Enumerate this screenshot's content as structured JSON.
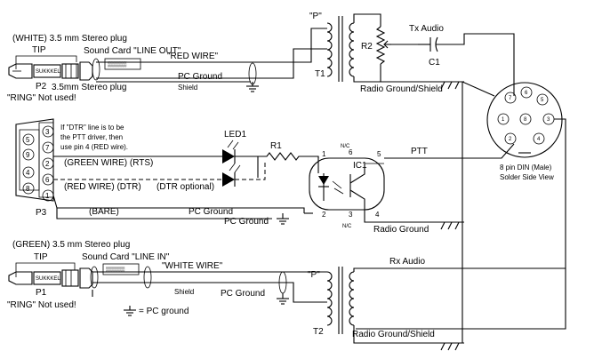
{
  "top": {
    "plug_title": "(WHITE) 3.5 mm Stereo plug",
    "tip": "TIP",
    "soundcard": "Sound Card \"LINE OUT\"",
    "red_wire": "\"RED WIRE\"",
    "plug2_label": "3.5mm Stereo plug",
    "connector": "P2",
    "ring_note": "\"RING\" Not used!",
    "pc_ground": "PC Ground",
    "shield": "Shield",
    "p_mark": "\"P\"",
    "transformer": "T1",
    "resistor": "R2",
    "tx_audio": "Tx Audio",
    "capacitor": "C1",
    "radio_ground_shield": "Radio Ground/Shield"
  },
  "middle": {
    "db9_pins": [
      "5",
      "9",
      "4",
      "8",
      "3",
      "7",
      "2",
      "6",
      "1"
    ],
    "dtr_note": [
      "If \"DTR\" line is to be",
      "the PTT driver, then",
      "use pin 4 (RED wire)."
    ],
    "led": "LED1",
    "resistor": "R1",
    "ic": "IC1",
    "nc": "N/C",
    "pin6": "6",
    "pin1": "1",
    "pin2": "2",
    "pin3": "3",
    "pin4": "4",
    "pin5": "5",
    "ptt": "PTT",
    "rts_wire": "(GREEN WIRE) (RTS)",
    "dtr_wire": "(RED WIRE) (DTR)",
    "dtr_optional": "(DTR optional)",
    "bare": "(BARE)",
    "pc_ground": "PC Ground",
    "pc_ground2": "PC Ground",
    "connector": "P3",
    "radio_ground": "Radio Ground"
  },
  "din": {
    "title": "8 pin DIN (Male)",
    "subtitle": "Solder Side View",
    "pins": [
      "1",
      "2",
      "3",
      "4",
      "5",
      "6",
      "7",
      "8"
    ]
  },
  "bottom": {
    "plug_title": "(GREEN) 3.5 mm Stereo plug",
    "tip": "TIP",
    "soundcard": "Sound Card \"LINE IN\"",
    "white_wire": "\"WHITE WIRE\"",
    "connector": "P1",
    "ring_note": "\"RING\" Not used!",
    "shield": "Shield",
    "pc_ground": "PC Ground",
    "legend": "= PC ground",
    "p_mark": "\"P\"",
    "transformer": "T2",
    "rx_audio": "Rx Audio",
    "radio_ground_shield": "Radio Ground/Shield"
  }
}
